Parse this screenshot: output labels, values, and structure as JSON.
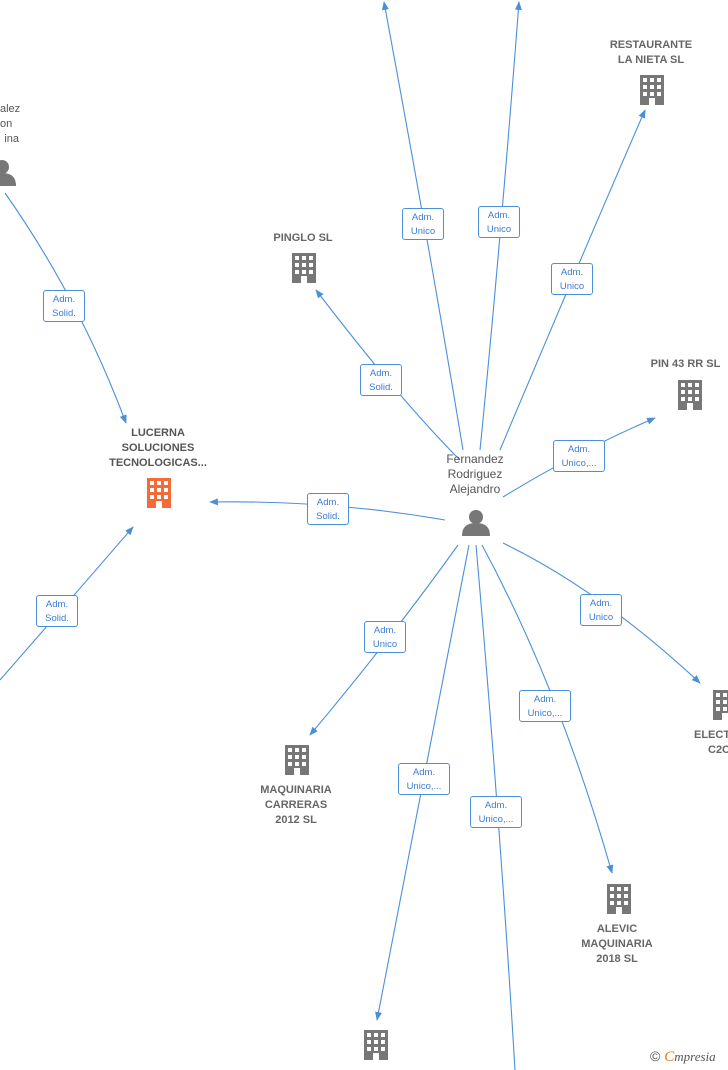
{
  "center_person": {
    "line1": "Fernandez",
    "line2": "Rodriguez",
    "line3": "Alejandro"
  },
  "other_person": {
    "line1": "alez",
    "line2": "on",
    "line3": "ina"
  },
  "main_company": {
    "line1": "LUCERNA",
    "line2": "SOLUCIONES",
    "line3": "TECNOLOGICAS..."
  },
  "companies": {
    "restaurante": {
      "line1": "RESTAURANTE",
      "line2": "LA NIETA SL"
    },
    "pinglo": {
      "line1": "PINGLO SL"
    },
    "pin43": {
      "line1": "PIN 43 RR SL"
    },
    "elect": {
      "line1": "ELECT",
      "line2": "C2C"
    },
    "maquinaria": {
      "line1": "MAQUINARIA",
      "line2": "CARRERAS",
      "line3": "2012 SL"
    },
    "alevic": {
      "line1": "ALEVIC",
      "line2": "MAQUINARIA",
      "line3": "2018 SL"
    }
  },
  "edges": {
    "e1": {
      "line1": "Adm.",
      "line2": "Unico"
    },
    "e2": {
      "line1": "Adm.",
      "line2": "Unico"
    },
    "e3": {
      "line1": "Adm.",
      "line2": "Unico"
    },
    "e4": {
      "line1": "Adm.",
      "line2": "Solid."
    },
    "e5": {
      "line1": "Adm.",
      "line2": "Unico,..."
    },
    "e6": {
      "line1": "Adm.",
      "line2": "Solid."
    },
    "e7": {
      "line1": "Adm.",
      "line2": "Unico"
    },
    "e8": {
      "line1": "Adm.",
      "line2": "Unico"
    },
    "e9": {
      "line1": "Adm.",
      "line2": "Unico,..."
    },
    "e10": {
      "line1": "Adm.",
      "line2": "Unico,..."
    },
    "e11": {
      "line1": "Adm.",
      "line2": "Unico,..."
    },
    "e12": {
      "line1": "Adm.",
      "line2": "Solid."
    },
    "e13": {
      "line1": "Adm.",
      "line2": "Solid."
    }
  },
  "footer": {
    "copyright": "©",
    "brand_initial": "C",
    "brand_rest": "mpresia"
  },
  "colors": {
    "edge": "#4a90d9",
    "building": "#777777",
    "main_building": "#f26b38",
    "person": "#777777"
  }
}
